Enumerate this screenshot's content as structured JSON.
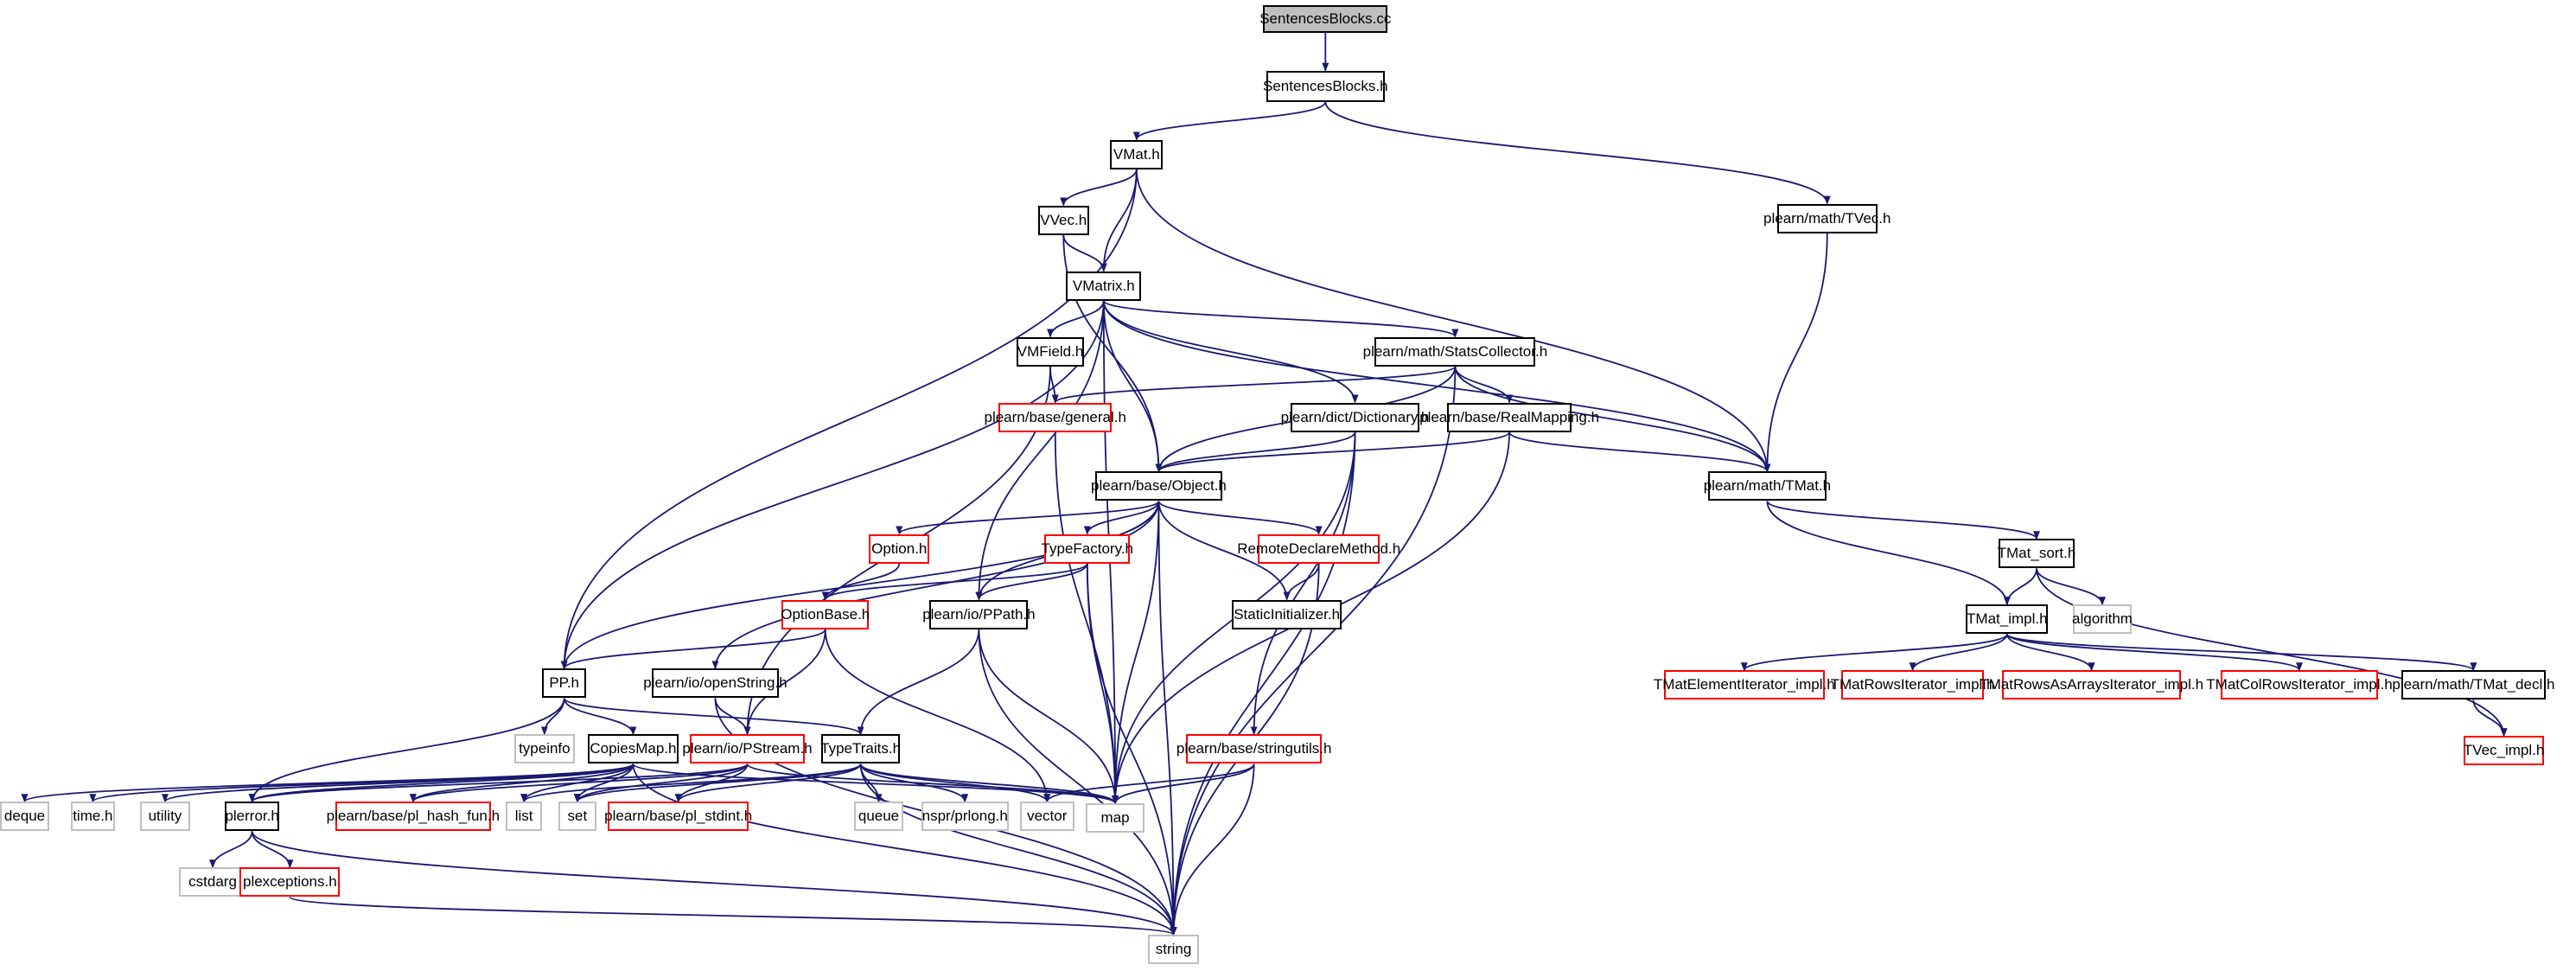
{
  "graph": {
    "edge_color": "#191970",
    "nodes": [
      {
        "id": "cc",
        "label": "SentencesBlocks.cc",
        "kind": "root"
      },
      {
        "id": "sbh",
        "label": "SentencesBlocks.h",
        "kind": "doc"
      },
      {
        "id": "vmat",
        "label": "VMat.h",
        "kind": "doc"
      },
      {
        "id": "vvec",
        "label": "VVec.h",
        "kind": "doc"
      },
      {
        "id": "tvec",
        "label": "plearn/math/TVec.h",
        "kind": "doc"
      },
      {
        "id": "vmatrix",
        "label": "VMatrix.h",
        "kind": "doc"
      },
      {
        "id": "vmfield",
        "label": "VMField.h",
        "kind": "doc"
      },
      {
        "id": "stats",
        "label": "plearn/math/StatsCollector.h",
        "kind": "doc"
      },
      {
        "id": "general",
        "label": "plearn/base/general.h",
        "kind": "red"
      },
      {
        "id": "dict",
        "label": "plearn/dict/Dictionary.h",
        "kind": "doc"
      },
      {
        "id": "realmap",
        "label": "plearn/base/RealMapping.h",
        "kind": "doc"
      },
      {
        "id": "object",
        "label": "plearn/base/Object.h",
        "kind": "doc"
      },
      {
        "id": "tmat",
        "label": "plearn/math/TMat.h",
        "kind": "doc"
      },
      {
        "id": "option",
        "label": "Option.h",
        "kind": "red"
      },
      {
        "id": "typefactory",
        "label": "TypeFactory.h",
        "kind": "red"
      },
      {
        "id": "remote",
        "label": "RemoteDeclareMethod.h",
        "kind": "red"
      },
      {
        "id": "tmatsort",
        "label": "TMat_sort.h",
        "kind": "doc"
      },
      {
        "id": "optionbase",
        "label": "OptionBase.h",
        "kind": "red"
      },
      {
        "id": "ppath",
        "label": "plearn/io/PPath.h",
        "kind": "doc"
      },
      {
        "id": "staticinit",
        "label": "StaticInitializer.h",
        "kind": "doc"
      },
      {
        "id": "tmatimpl",
        "label": "TMat_impl.h",
        "kind": "doc"
      },
      {
        "id": "algorithm",
        "label": "algorithm",
        "kind": "ext"
      },
      {
        "id": "pp",
        "label": "PP.h",
        "kind": "doc"
      },
      {
        "id": "openstring",
        "label": "plearn/io/openString.h",
        "kind": "doc"
      },
      {
        "id": "typeinfo",
        "label": "typeinfo",
        "kind": "ext"
      },
      {
        "id": "copiesmap",
        "label": "CopiesMap.h",
        "kind": "doc"
      },
      {
        "id": "pstream",
        "label": "plearn/io/PStream.h",
        "kind": "red"
      },
      {
        "id": "typetraits",
        "label": "TypeTraits.h",
        "kind": "doc"
      },
      {
        "id": "stringutils",
        "label": "plearn/base/stringutils.h",
        "kind": "red"
      },
      {
        "id": "elemit",
        "label": "TMatElementIterator_impl.h",
        "kind": "red"
      },
      {
        "id": "rowsit",
        "label": "TMatRowsIterator_impl.h",
        "kind": "red"
      },
      {
        "id": "rowsarr",
        "label": "TMatRowsAsArraysIterator_impl.h",
        "kind": "red"
      },
      {
        "id": "colrows",
        "label": "TMatColRowsIterator_impl.h",
        "kind": "red"
      },
      {
        "id": "tmatdecl",
        "label": "plearn/math/TMat_decl.h",
        "kind": "doc"
      },
      {
        "id": "tvecimpl",
        "label": "TVec_impl.h",
        "kind": "red"
      },
      {
        "id": "deque",
        "label": "deque",
        "kind": "ext"
      },
      {
        "id": "timeh",
        "label": "time.h",
        "kind": "ext"
      },
      {
        "id": "utility",
        "label": "utility",
        "kind": "ext"
      },
      {
        "id": "plerror",
        "label": "plerror.h",
        "kind": "doc"
      },
      {
        "id": "hashfun",
        "label": "plearn/base/pl_hash_fun.h",
        "kind": "red"
      },
      {
        "id": "list",
        "label": "list",
        "kind": "ext"
      },
      {
        "id": "set",
        "label": "set",
        "kind": "ext"
      },
      {
        "id": "stdint",
        "label": "plearn/base/pl_stdint.h",
        "kind": "red"
      },
      {
        "id": "queue",
        "label": "queue",
        "kind": "ext"
      },
      {
        "id": "prlong",
        "label": "nspr/prlong.h",
        "kind": "ext"
      },
      {
        "id": "vector",
        "label": "vector",
        "kind": "ext"
      },
      {
        "id": "map",
        "label": "map",
        "kind": "ext"
      },
      {
        "id": "cstdarg",
        "label": "cstdarg",
        "kind": "ext"
      },
      {
        "id": "plexceptions",
        "label": "plexceptions.h",
        "kind": "red"
      },
      {
        "id": "string",
        "label": "string",
        "kind": "ext"
      }
    ],
    "edges": [
      [
        "cc",
        "sbh"
      ],
      [
        "sbh",
        "vmat"
      ],
      [
        "sbh",
        "tvec"
      ],
      [
        "vmat",
        "vvec"
      ],
      [
        "vmat",
        "vmatrix"
      ],
      [
        "vmat",
        "pp"
      ],
      [
        "vmat",
        "tmat"
      ],
      [
        "vvec",
        "vmatrix"
      ],
      [
        "vvec",
        "object"
      ],
      [
        "tvec",
        "tmat"
      ],
      [
        "vmatrix",
        "vmfield"
      ],
      [
        "vmatrix",
        "stats"
      ],
      [
        "vmatrix",
        "dict"
      ],
      [
        "vmatrix",
        "object"
      ],
      [
        "vmatrix",
        "pp"
      ],
      [
        "vmatrix",
        "ppath"
      ],
      [
        "vmatrix",
        "map"
      ],
      [
        "vmatrix",
        "tmat"
      ],
      [
        "vmfield",
        "general"
      ],
      [
        "vmfield",
        "pstream"
      ],
      [
        "stats",
        "general"
      ],
      [
        "stats",
        "object"
      ],
      [
        "stats",
        "realmap"
      ],
      [
        "stats",
        "tmat"
      ],
      [
        "stats",
        "string"
      ],
      [
        "general",
        "map"
      ],
      [
        "dict",
        "object"
      ],
      [
        "dict",
        "stringutils"
      ],
      [
        "dict",
        "map"
      ],
      [
        "dict",
        "string"
      ],
      [
        "realmap",
        "object"
      ],
      [
        "realmap",
        "tmat"
      ],
      [
        "realmap",
        "map"
      ],
      [
        "object",
        "option"
      ],
      [
        "object",
        "typefactory"
      ],
      [
        "object",
        "remote"
      ],
      [
        "object",
        "staticinit"
      ],
      [
        "object",
        "ppath"
      ],
      [
        "object",
        "map"
      ],
      [
        "object",
        "string"
      ],
      [
        "object",
        "pp"
      ],
      [
        "object",
        "openstring"
      ],
      [
        "tmat",
        "tmatsort"
      ],
      [
        "tmat",
        "tmatimpl"
      ],
      [
        "option",
        "optionbase"
      ],
      [
        "typefactory",
        "optionbase"
      ],
      [
        "typefactory",
        "ppath"
      ],
      [
        "typefactory",
        "map"
      ],
      [
        "typefactory",
        "string"
      ],
      [
        "remote",
        "staticinit"
      ],
      [
        "remote",
        "string"
      ],
      [
        "tmatsort",
        "tmatimpl"
      ],
      [
        "tmatsort",
        "algorithm"
      ],
      [
        "tmatsort",
        "tvecimpl"
      ],
      [
        "optionbase",
        "pp"
      ],
      [
        "optionbase",
        "pstream"
      ],
      [
        "optionbase",
        "vector"
      ],
      [
        "ppath",
        "typetraits"
      ],
      [
        "ppath",
        "map"
      ],
      [
        "ppath",
        "string"
      ],
      [
        "tmatimpl",
        "elemit"
      ],
      [
        "tmatimpl",
        "rowsit"
      ],
      [
        "tmatimpl",
        "rowsarr"
      ],
      [
        "tmatimpl",
        "colrows"
      ],
      [
        "tmatimpl",
        "tmatdecl"
      ],
      [
        "tmatdecl",
        "tvecimpl"
      ],
      [
        "pp",
        "typeinfo"
      ],
      [
        "pp",
        "copiesmap"
      ],
      [
        "pp",
        "typetraits"
      ],
      [
        "pp",
        "plerror"
      ],
      [
        "openstring",
        "pstream"
      ],
      [
        "openstring",
        "string"
      ],
      [
        "copiesmap",
        "deque"
      ],
      [
        "copiesmap",
        "timeh"
      ],
      [
        "copiesmap",
        "utility"
      ],
      [
        "copiesmap",
        "plerror"
      ],
      [
        "copiesmap",
        "hashfun"
      ],
      [
        "copiesmap",
        "list"
      ],
      [
        "copiesmap",
        "set"
      ],
      [
        "copiesmap",
        "map"
      ],
      [
        "copiesmap",
        "string"
      ],
      [
        "pstream",
        "plerror"
      ],
      [
        "pstream",
        "hashfun"
      ],
      [
        "pstream",
        "set"
      ],
      [
        "pstream",
        "stdint"
      ],
      [
        "pstream",
        "map"
      ],
      [
        "typetraits",
        "list"
      ],
      [
        "typetraits",
        "set"
      ],
      [
        "typetraits",
        "stdint"
      ],
      [
        "typetraits",
        "queue"
      ],
      [
        "typetraits",
        "prlong"
      ],
      [
        "typetraits",
        "vector"
      ],
      [
        "typetraits",
        "map"
      ],
      [
        "typetraits",
        "string"
      ],
      [
        "stringutils",
        "vector"
      ],
      [
        "stringutils",
        "map"
      ],
      [
        "stringutils",
        "string"
      ],
      [
        "plerror",
        "cstdarg"
      ],
      [
        "plerror",
        "plexceptions"
      ],
      [
        "plerror",
        "string"
      ],
      [
        "plexceptions",
        "string"
      ]
    ]
  }
}
